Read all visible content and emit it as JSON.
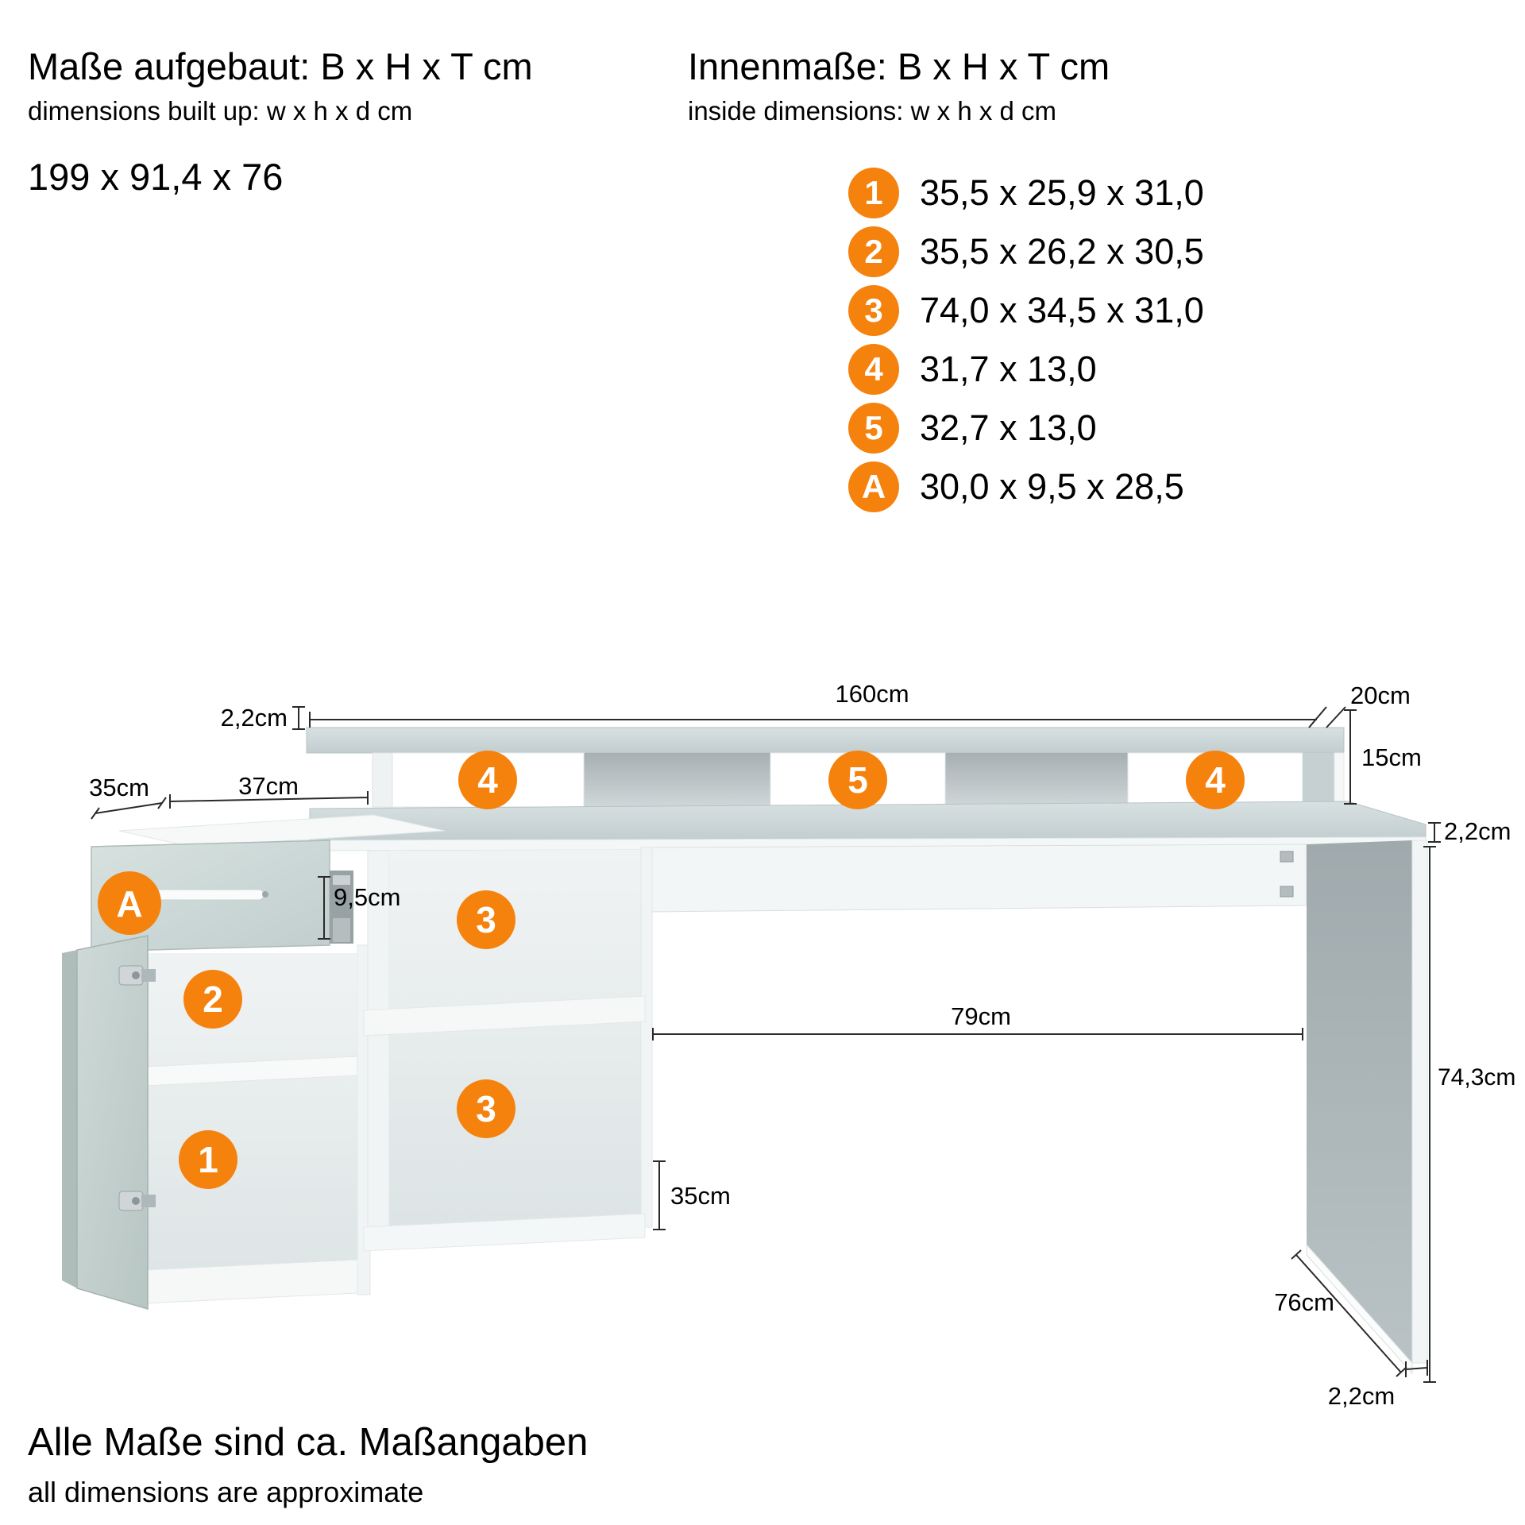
{
  "title_block_left": {
    "title": "Maße aufgebaut: B x H x T cm",
    "subtitle": "dimensions built up: w x h x d cm",
    "value": "199 x 91,4 x 76"
  },
  "title_block_right": {
    "title": "Innenmaße: B x H x T cm",
    "subtitle": "inside dimensions: w x h x d cm",
    "items": [
      {
        "badge": "1",
        "dims": "35,5 x 25,9 x 31,0"
      },
      {
        "badge": "2",
        "dims": "35,5 x 26,2 x 30,5"
      },
      {
        "badge": "3",
        "dims": "74,0 x 34,5 x 31,0"
      },
      {
        "badge": "4",
        "dims": "31,7 x 13,0"
      },
      {
        "badge": "5",
        "dims": "32,7 x 13,0"
      },
      {
        "badge": "A",
        "dims": "30,0 x 9,5 x 28,5"
      }
    ]
  },
  "diagram": {
    "labels": {
      "hutch_width": "160cm",
      "hutch_depth": "20cm",
      "hutch_top_thickness": "2,2cm",
      "hutch_height": "15cm",
      "cabinet_depth": "35cm",
      "cabinet_width": "37cm",
      "drawer_height": "9,5cm",
      "desktop_thickness": "2,2cm",
      "knee_width": "79cm",
      "desk_height": "74,3cm",
      "compartment_height": "35cm",
      "side_panel_depth": "76cm",
      "side_panel_thickness": "2,2cm"
    },
    "badges": {
      "hutch_left": "4",
      "hutch_center": "5",
      "hutch_right": "4",
      "drawer": "A",
      "cabinet_upper": "2",
      "cabinet_lower": "1",
      "shelf_upper": "3",
      "shelf_lower": "3"
    }
  },
  "footer": {
    "title": "Alle Maße sind ca. Maßangaben",
    "subtitle": "all dimensions are approximate"
  },
  "colors": {
    "accent": "#F6820E",
    "dimension_line": "#2A2A2A",
    "text": "#000000"
  }
}
